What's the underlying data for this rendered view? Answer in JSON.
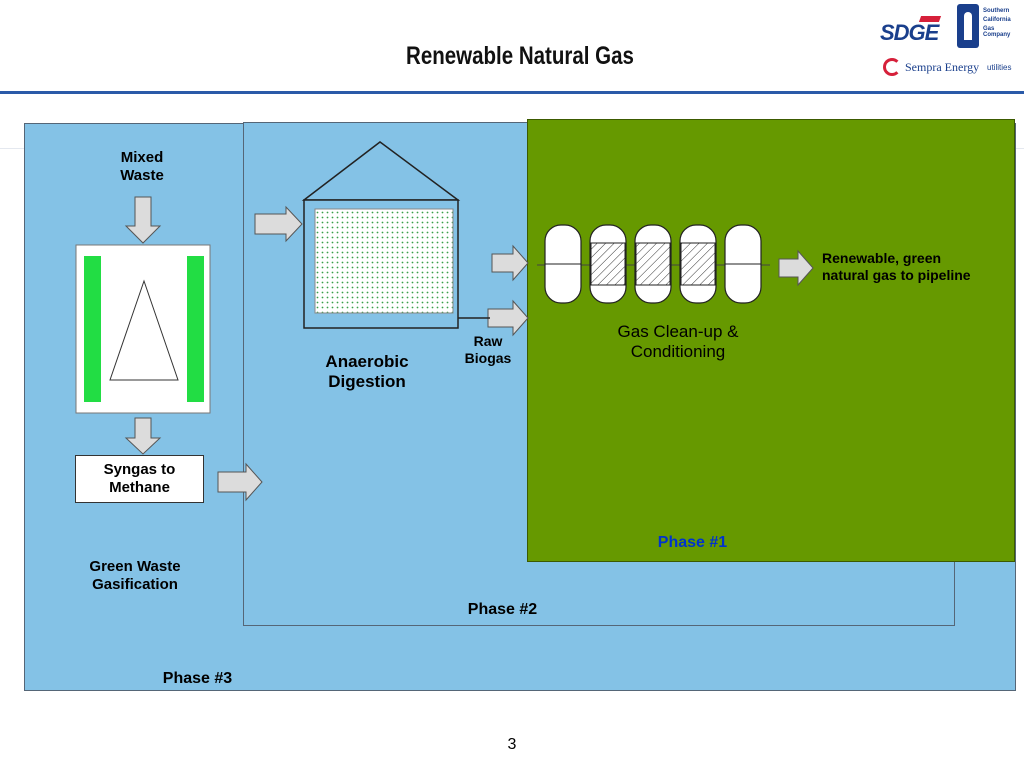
{
  "slide": {
    "title": "Renewable Natural Gas",
    "page_number": "3"
  },
  "logos": {
    "sdge": "SDGE",
    "socal": [
      "Southern",
      "California",
      "Gas Company"
    ],
    "sempra": "Sempra Energy",
    "sempra_suffix": "utilities"
  },
  "phases": {
    "phase1": "Phase #1",
    "phase2": "Phase #2",
    "phase3": "Phase #3"
  },
  "labels": {
    "mixed_waste": [
      "Mixed",
      "Waste"
    ],
    "syngas": [
      "Syngas to",
      "Methane"
    ],
    "green_waste": [
      "Green Waste",
      "Gasification"
    ],
    "anaerobic": [
      "Anaerobic",
      "Digestion"
    ],
    "raw_biogas": [
      "Raw",
      "Biogas"
    ],
    "cleanup": [
      "Gas Clean-up &",
      "Conditioning"
    ],
    "output": [
      "Renewable, green",
      "natural gas to pipeline"
    ]
  },
  "colors": {
    "phase_fill": "#84c2e6",
    "phase1_fill": "#669900",
    "phase1_label": "#0033cc",
    "gasifier_bar": "#22dd44",
    "digester_dots": "#3aa04a",
    "rule": "#2a5aa8"
  }
}
